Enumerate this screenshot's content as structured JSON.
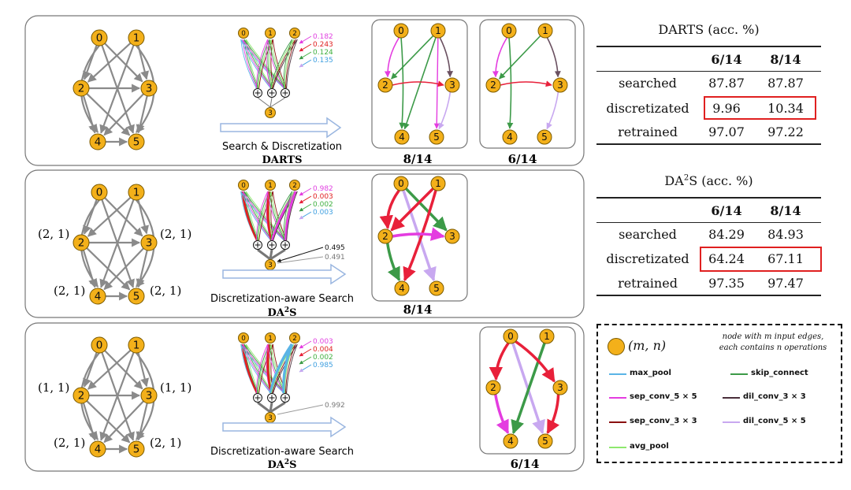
{
  "panels": [
    {
      "search_label": "Search & Discretization",
      "method": "DARTS",
      "weights": [
        "0.182",
        "0.243",
        "0.124",
        "0.135"
      ],
      "weight_colors": [
        "#e040e0",
        "#e02020",
        "#40b040",
        "#40a0e0"
      ],
      "results": [
        {
          "caption": "8/14"
        },
        {
          "caption": "6/14"
        }
      ]
    },
    {
      "search_label": "Discretization-aware Search",
      "method": "DA",
      "method_sup": "2",
      "method_tail": "S",
      "weights": [
        "0.982",
        "0.003",
        "0.002",
        "0.003"
      ],
      "weight_colors": [
        "#e040e0",
        "#e02020",
        "#40b040",
        "#40a0e0"
      ],
      "extra_weights": [
        "0.495",
        "0.491"
      ],
      "node_labels": {
        "n2": "(2, 1)",
        "n3": "(2, 1)",
        "n4": "(2, 1)",
        "n5": "(2, 1)"
      },
      "results": [
        {
          "caption": "8/14"
        }
      ]
    },
    {
      "search_label": "Discretization-aware Search",
      "method": "DA",
      "method_sup": "2",
      "method_tail": "S",
      "weights": [
        "0.003",
        "0.004",
        "0.002",
        "0.985"
      ],
      "weight_colors": [
        "#e040e0",
        "#e02020",
        "#40b040",
        "#40a0e0"
      ],
      "extra_weights": [
        "0.992"
      ],
      "node_labels": {
        "n2": "(1, 1)",
        "n3": "(1, 1)",
        "n4": "(2, 1)",
        "n5": "(2, 1)"
      },
      "results": [
        {
          "caption": "6/14"
        }
      ]
    }
  ],
  "node_ids": [
    "0",
    "1",
    "2",
    "3",
    "4",
    "5"
  ],
  "tables": [
    {
      "title": "DARTS (acc. %)",
      "headers": [
        "6/14",
        "8/14"
      ],
      "rows": [
        {
          "label": "searched",
          "values": [
            "87.87",
            "87.87"
          ]
        },
        {
          "label": "discretizated",
          "values": [
            "9.96",
            "10.34"
          ]
        },
        {
          "label": "retrained",
          "values": [
            "97.07",
            "97.22"
          ]
        }
      ]
    },
    {
      "title_pre": "DA",
      "title_sup": "2",
      "title_post": "S (acc. %)",
      "headers": [
        "6/14",
        "8/14"
      ],
      "rows": [
        {
          "label": "searched",
          "values": [
            "84.29",
            "84.93"
          ]
        },
        {
          "label": "discretizated",
          "values": [
            "64.24",
            "67.11"
          ]
        },
        {
          "label": "retrained",
          "values": [
            "97.35",
            "97.47"
          ]
        }
      ]
    }
  ],
  "legend": {
    "node_text": "(m, n)",
    "node_desc_1": "node with m input edges,",
    "node_desc_2": "each contains n operations",
    "ops": [
      {
        "name": "max_pool",
        "color": "#5ab4e6"
      },
      {
        "name": "skip_connect",
        "color": "#3c9a48"
      },
      {
        "name": "sep_conv_5 × 5",
        "color": "#e43ce0"
      },
      {
        "name": "dil_conv_3 × 3",
        "color": "#4a2e3a"
      },
      {
        "name": "sep_conv_3 × 3",
        "color": "#8a1010"
      },
      {
        "name": "dil_conv_5 × 5",
        "color": "#c8a8f0"
      },
      {
        "name": "avg_pool",
        "color": "#8ee86e"
      }
    ]
  },
  "colors": {
    "node_fill": "#f3b01a",
    "graph_edge": "#8a8a8a",
    "arrow": "#9ab6e0",
    "red_box": "#e02020"
  }
}
